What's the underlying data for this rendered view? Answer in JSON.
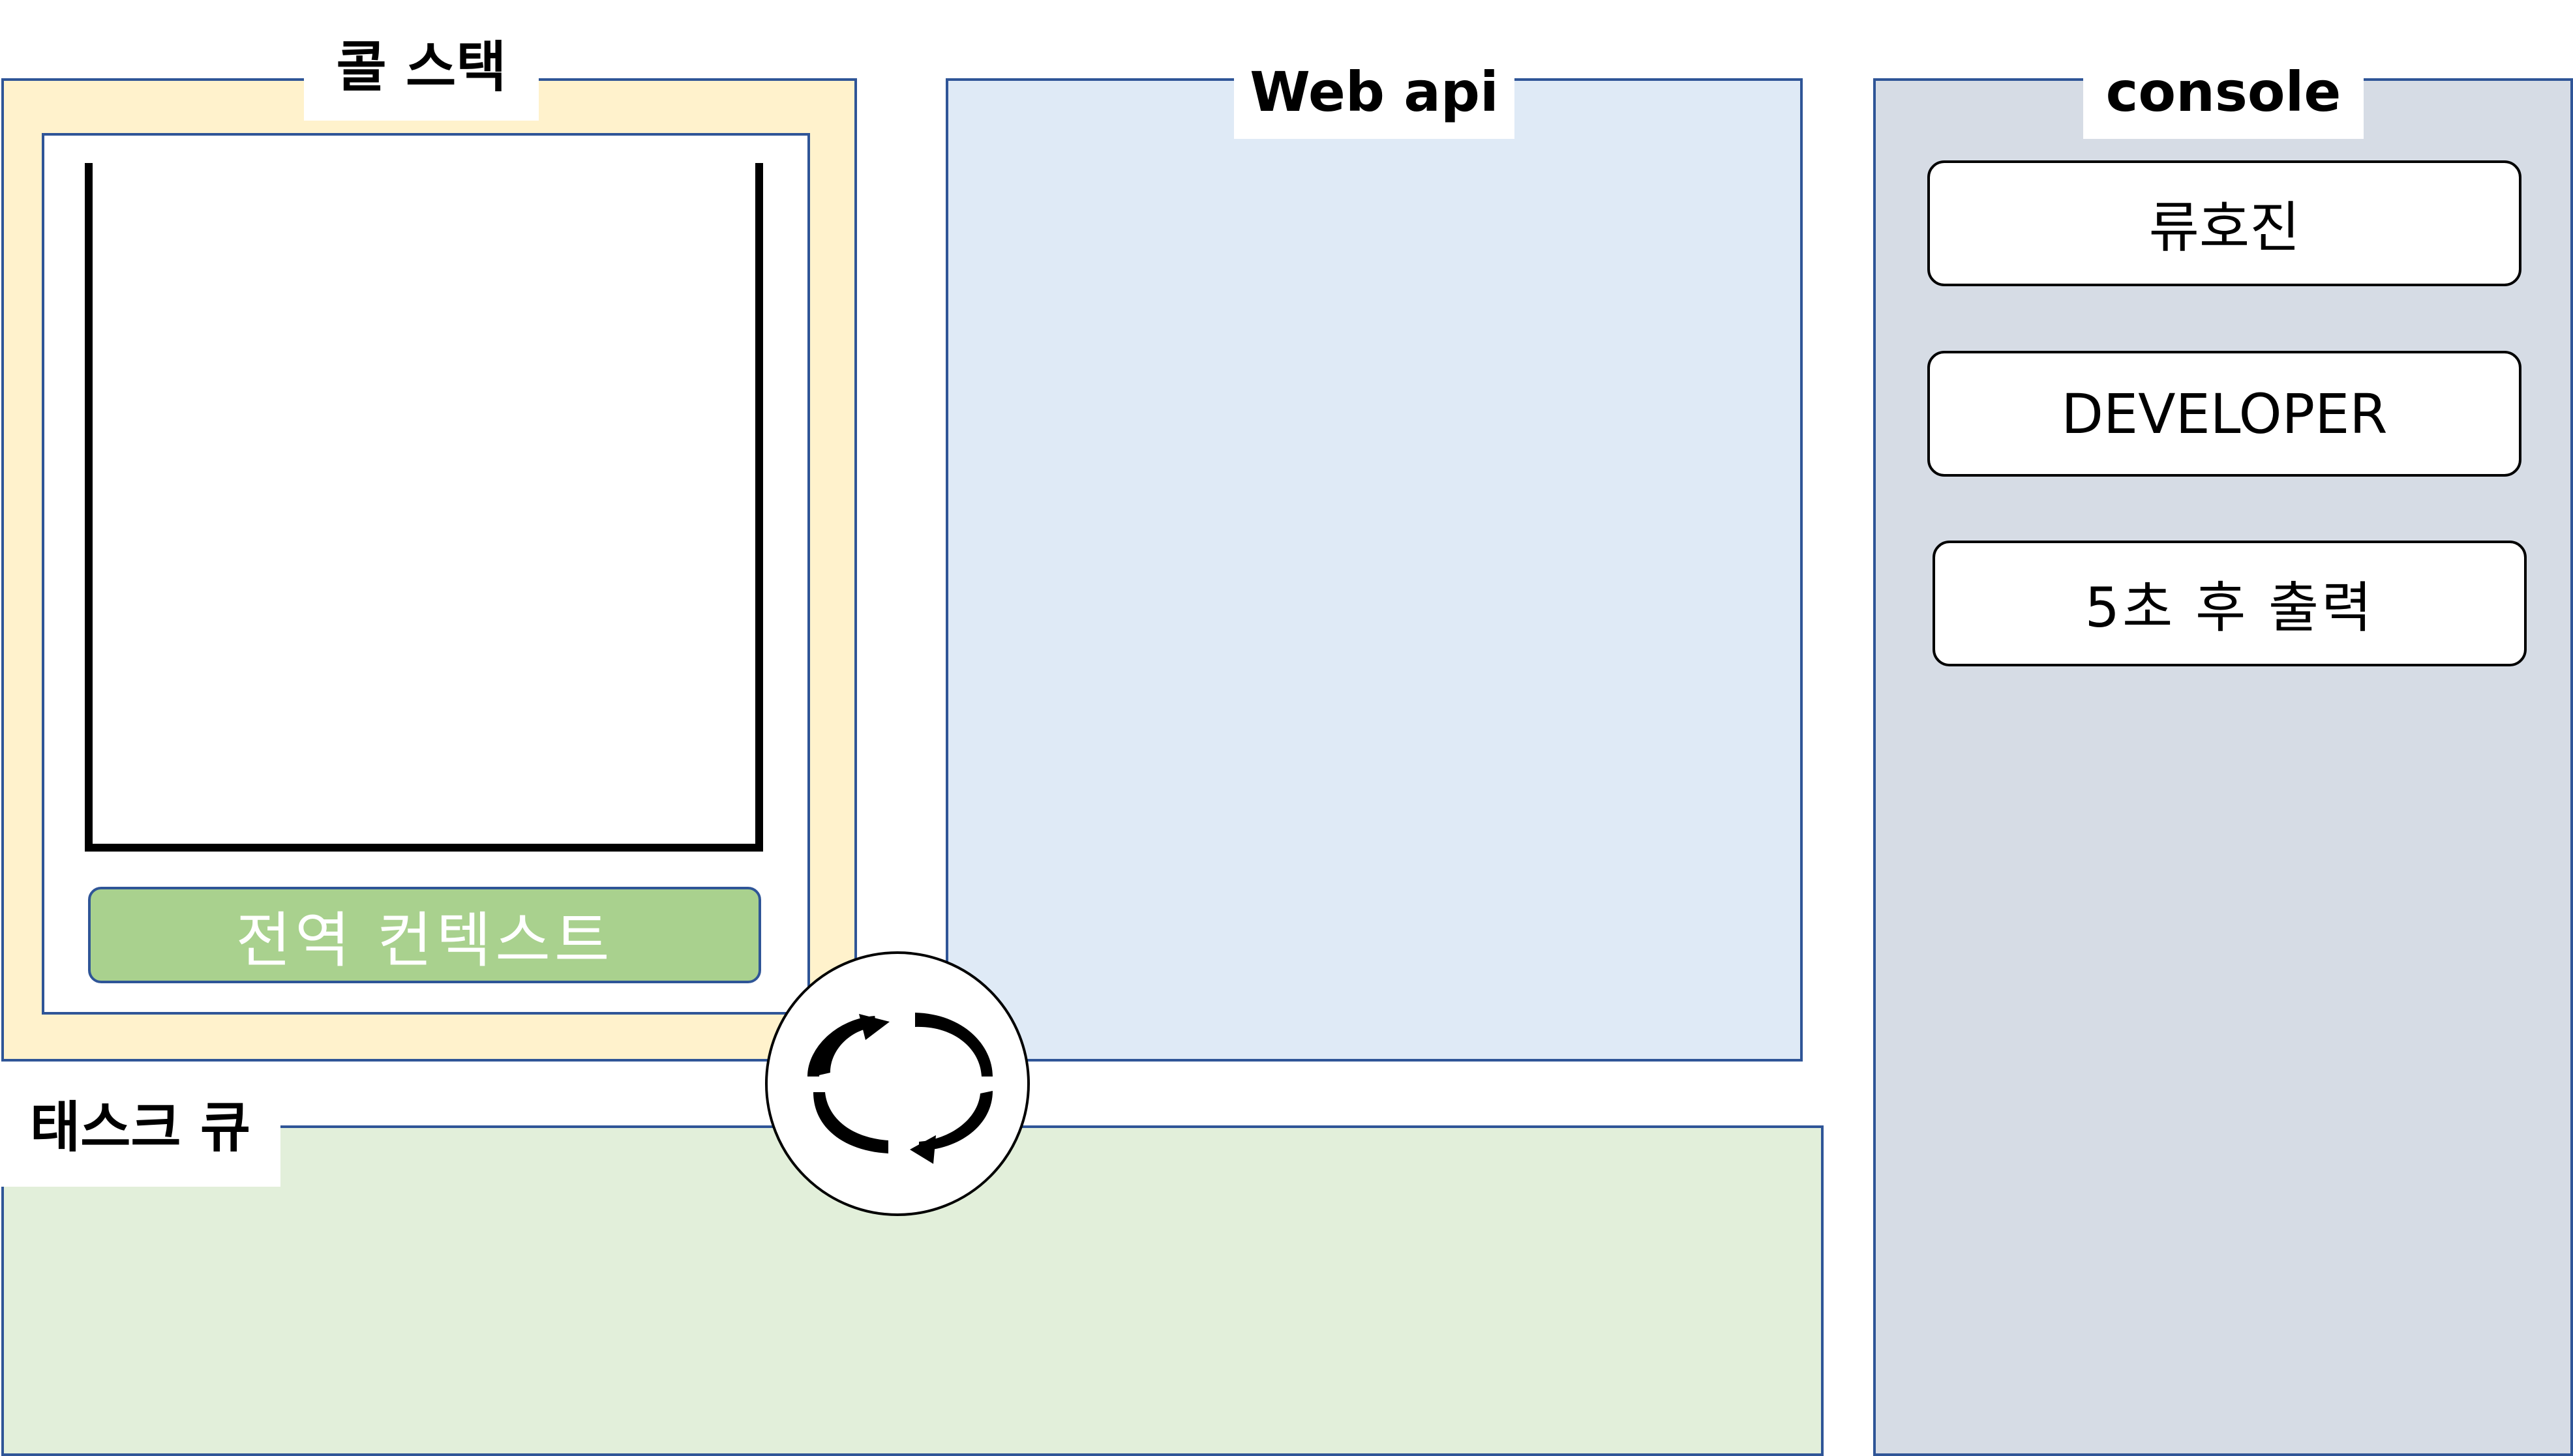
{
  "call_stack": {
    "title": "콜 스택",
    "global_context": "전역 컨텍스트"
  },
  "web_api": {
    "title": "Web api"
  },
  "console": {
    "title": "console",
    "items": [
      "류호진",
      "DEVELOPER",
      "5초 후 출력"
    ]
  },
  "task_queue": {
    "title": "태스크 큐"
  },
  "event_loop": {
    "icon": "refresh-cycle-icon"
  },
  "colors": {
    "call_stack_bg": "#fff2cc",
    "web_api_bg": "#dfeaf6",
    "console_bg": "#d6dce5",
    "task_queue_bg": "#e2efda",
    "global_context_bg": "#a9d18e",
    "border": "#2f5597"
  }
}
